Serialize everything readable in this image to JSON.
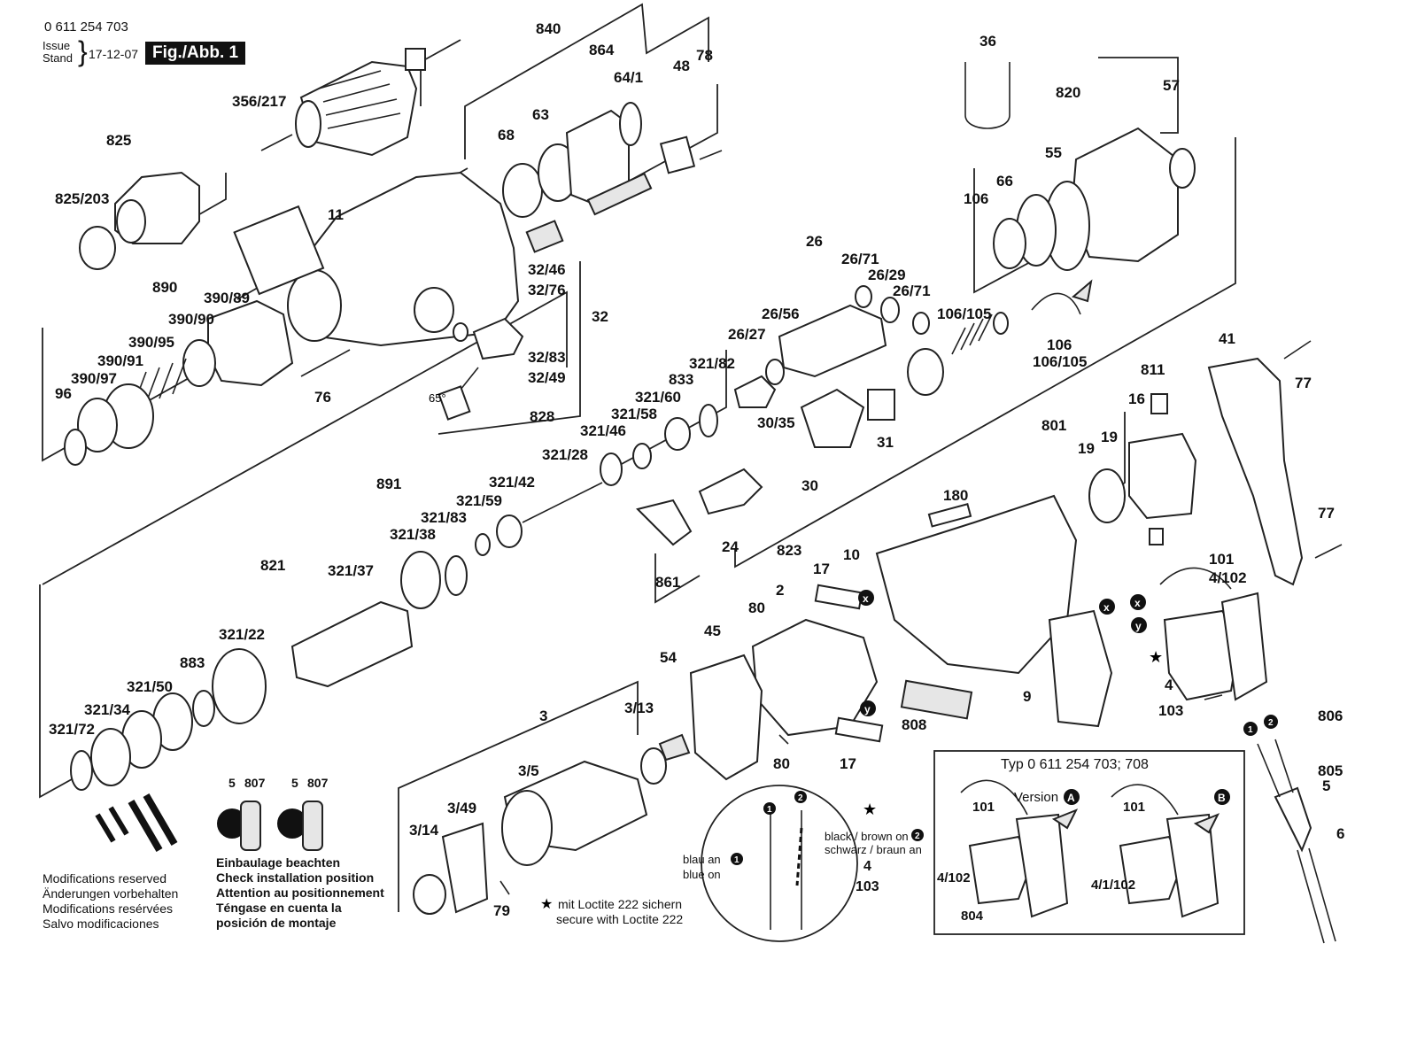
{
  "header": {
    "doc_number": "0 611 254 703",
    "issue_label": "Issue",
    "stand_label": "Stand",
    "date": "17-12-07",
    "figure_label": "Fig./Abb. 1"
  },
  "parts": {
    "p840": "840",
    "p864": "864",
    "p78": "78",
    "p64_1": "64/1",
    "p48": "48",
    "p63": "63",
    "p68": "68",
    "p36": "36",
    "p820": "820",
    "p57": "57",
    "p55": "55",
    "p66": "66",
    "p106": "106",
    "p356_217": "356/217",
    "p825": "825",
    "p825_203": "825/203",
    "p11": "11",
    "p26": "26",
    "p26_71a": "26/71",
    "p26_29": "26/29",
    "p26_71b": "26/71",
    "p26_56": "26/56",
    "p26_27": "26/27",
    "p106_105a": "106/105",
    "p106b": "106",
    "p106_105b": "106/105",
    "p890": "890",
    "p390_89": "390/89",
    "p390_90": "390/90",
    "p390_95": "390/95",
    "p390_91": "390/91",
    "p390_97": "390/97",
    "p96": "96",
    "p32_46": "32/46",
    "p32_76": "32/76",
    "p32": "32",
    "p32_83": "32/83",
    "p32_49": "32/49",
    "p65deg": "65°",
    "p76": "76",
    "p41": "41",
    "p77a": "77",
    "p811": "811",
    "p16": "16",
    "p801": "801",
    "p19a": "19",
    "p19b": "19",
    "p833": "833",
    "p321_82": "321/82",
    "p321_60": "321/60",
    "p321_58": "321/58",
    "p321_46": "321/46",
    "p828": "828",
    "p30_35": "30/35",
    "p31": "31",
    "p30": "30",
    "p891": "891",
    "p321_28": "321/28",
    "p321_42": "321/42",
    "p321_59": "321/59",
    "p321_83": "321/83",
    "p321_38": "321/38",
    "p821": "821",
    "p321_37": "321/37",
    "p24": "24",
    "p823": "823",
    "p861": "861",
    "p180": "180",
    "p10": "10",
    "p77b": "77",
    "p101": "101",
    "p4_102": "4/102",
    "p321_22": "321/22",
    "p883": "883",
    "p321_50": "321/50",
    "p321_34": "321/34",
    "p321_72": "321/72",
    "p17a": "17",
    "p2": "2",
    "p80a": "80",
    "p45": "45",
    "p54": "54",
    "p3": "3",
    "p3_13": "3/13",
    "p3_5": "3/5",
    "p3_49": "3/49",
    "p3_14": "3/14",
    "p79": "79",
    "p80b": "80",
    "p17b": "17",
    "p808": "808",
    "p9": "9",
    "p4": "4",
    "p103": "103",
    "p806": "806",
    "p805": "805",
    "p5": "5",
    "p6": "6"
  },
  "markers": {
    "x": "x",
    "y": "y",
    "one": "1",
    "two": "2",
    "A": "A",
    "B": "B"
  },
  "legend": {
    "num_5": "5",
    "num_807": "807",
    "install_lines": [
      "Einbaulage beachten",
      "Check installation position",
      "Attention au positionnement",
      "Téngase en cuenta la",
      "posición de montaje"
    ],
    "modifications_lines": [
      "Modifications reserved",
      "Änderungen vorbehalten",
      "Modifications resérvées",
      "Salvo modificaciones"
    ]
  },
  "wiring_detail": {
    "black_brown": "black / brown on",
    "schwarz_braun": "schwarz / braun an",
    "blau_an": "blau an",
    "blue_on": "blue on",
    "p4": "4",
    "p103": "103"
  },
  "loctite_lines": [
    "mit Loctite 222 sichern",
    "secure with Loctite 222"
  ],
  "type_box": {
    "title": "Typ 0 611 254 703; 708",
    "version_label": "Version",
    "p101a": "101",
    "p101b": "101",
    "p4_102": "4/102",
    "p804": "804",
    "p4_1_102": "4/1/102"
  },
  "colors": {
    "ink": "#111111",
    "paper": "#ffffff",
    "shade": "#e6e6e6"
  }
}
